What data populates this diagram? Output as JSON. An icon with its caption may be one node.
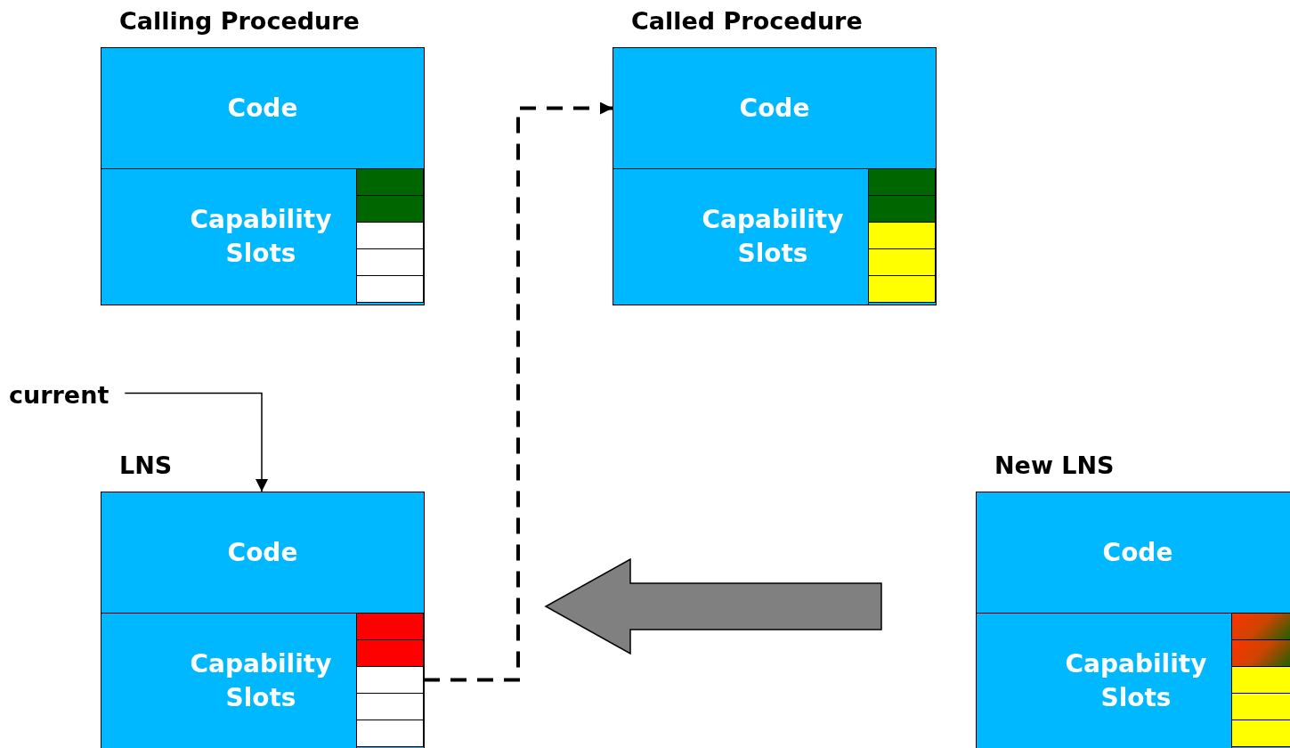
{
  "diagram": {
    "nodes": [
      {
        "text": [
          "Calling Procedure"
        ]
      },
      {
        "text": [
          "Code"
        ],
        "in": 0
      },
      {
        "text": [
          "Capability Slots"
        ],
        "in": 0
      },
      {
        "text": [],
        "shape": "box",
        "in": 0
      },
      {
        "text": [],
        "shape": "box",
        "in": 0
      },
      {
        "text": [],
        "shape": "box",
        "in": 0
      },
      {
        "text": [],
        "shape": "box",
        "in": 0
      },
      {
        "text": [],
        "shape": "box",
        "in": 0
      },
      {
        "text": [
          "Called Procedure"
        ]
      },
      {
        "text": [
          "Code"
        ],
        "in": 8
      },
      {
        "text": [
          "Capability Slots"
        ],
        "in": 8
      },
      {
        "text": [],
        "shape": "box",
        "in": 8
      },
      {
        "text": [],
        "shape": "box",
        "in": 8
      },
      {
        "text": [],
        "shape": "box",
        "in": 8
      },
      {
        "text": [],
        "shape": "box",
        "in": 8
      },
      {
        "text": [],
        "shape": "box",
        "in": 8
      },
      {
        "text": [
          "current"
        ]
      },
      {
        "text": [
          "LNS"
        ]
      },
      {
        "text": [
          "Code"
        ],
        "in": 17
      },
      {
        "text": [
          "Capability Slots"
        ],
        "in": 17
      },
      {
        "text": [],
        "shape": "box",
        "in": 17
      },
      {
        "text": [],
        "shape": "box",
        "in": 17
      },
      {
        "text": [],
        "shape": "box",
        "in": 17
      },
      {
        "text": [],
        "shape": "box",
        "in": 17
      },
      {
        "text": [],
        "shape": "box",
        "in": 17
      },
      {
        "text": [
          "New LNS"
        ]
      },
      {
        "text": [
          "Code"
        ],
        "in": 25
      },
      {
        "text": [
          "Capability Slots"
        ],
        "in": 25
      },
      {
        "text": [],
        "shape": "box",
        "in": 25
      },
      {
        "text": [],
        "shape": "box",
        "in": 25
      },
      {
        "text": [],
        "shape": "box",
        "in": 25
      },
      {
        "text": [],
        "shape": "box",
        "in": 25
      },
      {
        "text": [],
        "shape": "box",
        "in": 25
      }
    ],
    "edges": [
      {
        "from": 16,
        "to": 18,
        "arrow": "to"
      },
      {
        "from": 22,
        "to": 9,
        "arrow": "to",
        "style": "dashed"
      },
      {
        "from": 25,
        "to": 17,
        "arrow": "to",
        "style": "thick",
        "color": "#808080"
      }
    ]
  }
}
